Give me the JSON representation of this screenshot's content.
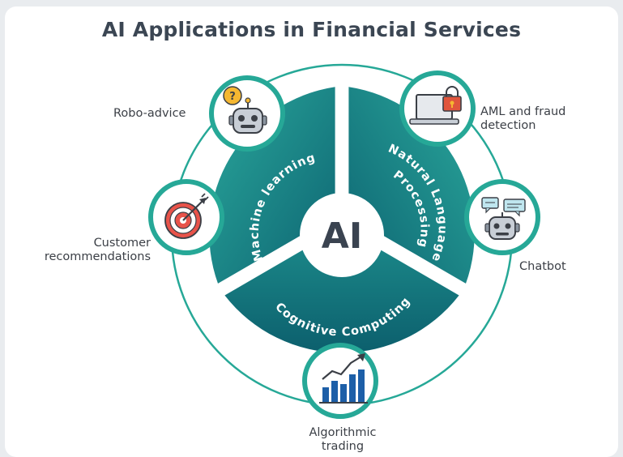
{
  "title": "AI Applications in Financial Services",
  "center": "AI",
  "segments": {
    "machine_learning": "Machine learning",
    "nlp_line1": "Natural Language",
    "nlp_line2": "Processing",
    "cognitive": "Cognitive Computing"
  },
  "applications": {
    "robo_advice": "Robo-advice",
    "aml_line1": "AML and fraud",
    "aml_line2": "detection",
    "customer_line1": "Customer",
    "customer_line2": "recommendations",
    "chatbot": "Chatbot",
    "algo_line1": "Algorithmic",
    "algo_line2": "trading"
  },
  "colors": {
    "teal_dark": "#0f6c77",
    "teal_light": "#2aa79b",
    "ring": "#26a897",
    "text": "#3b3f46"
  }
}
